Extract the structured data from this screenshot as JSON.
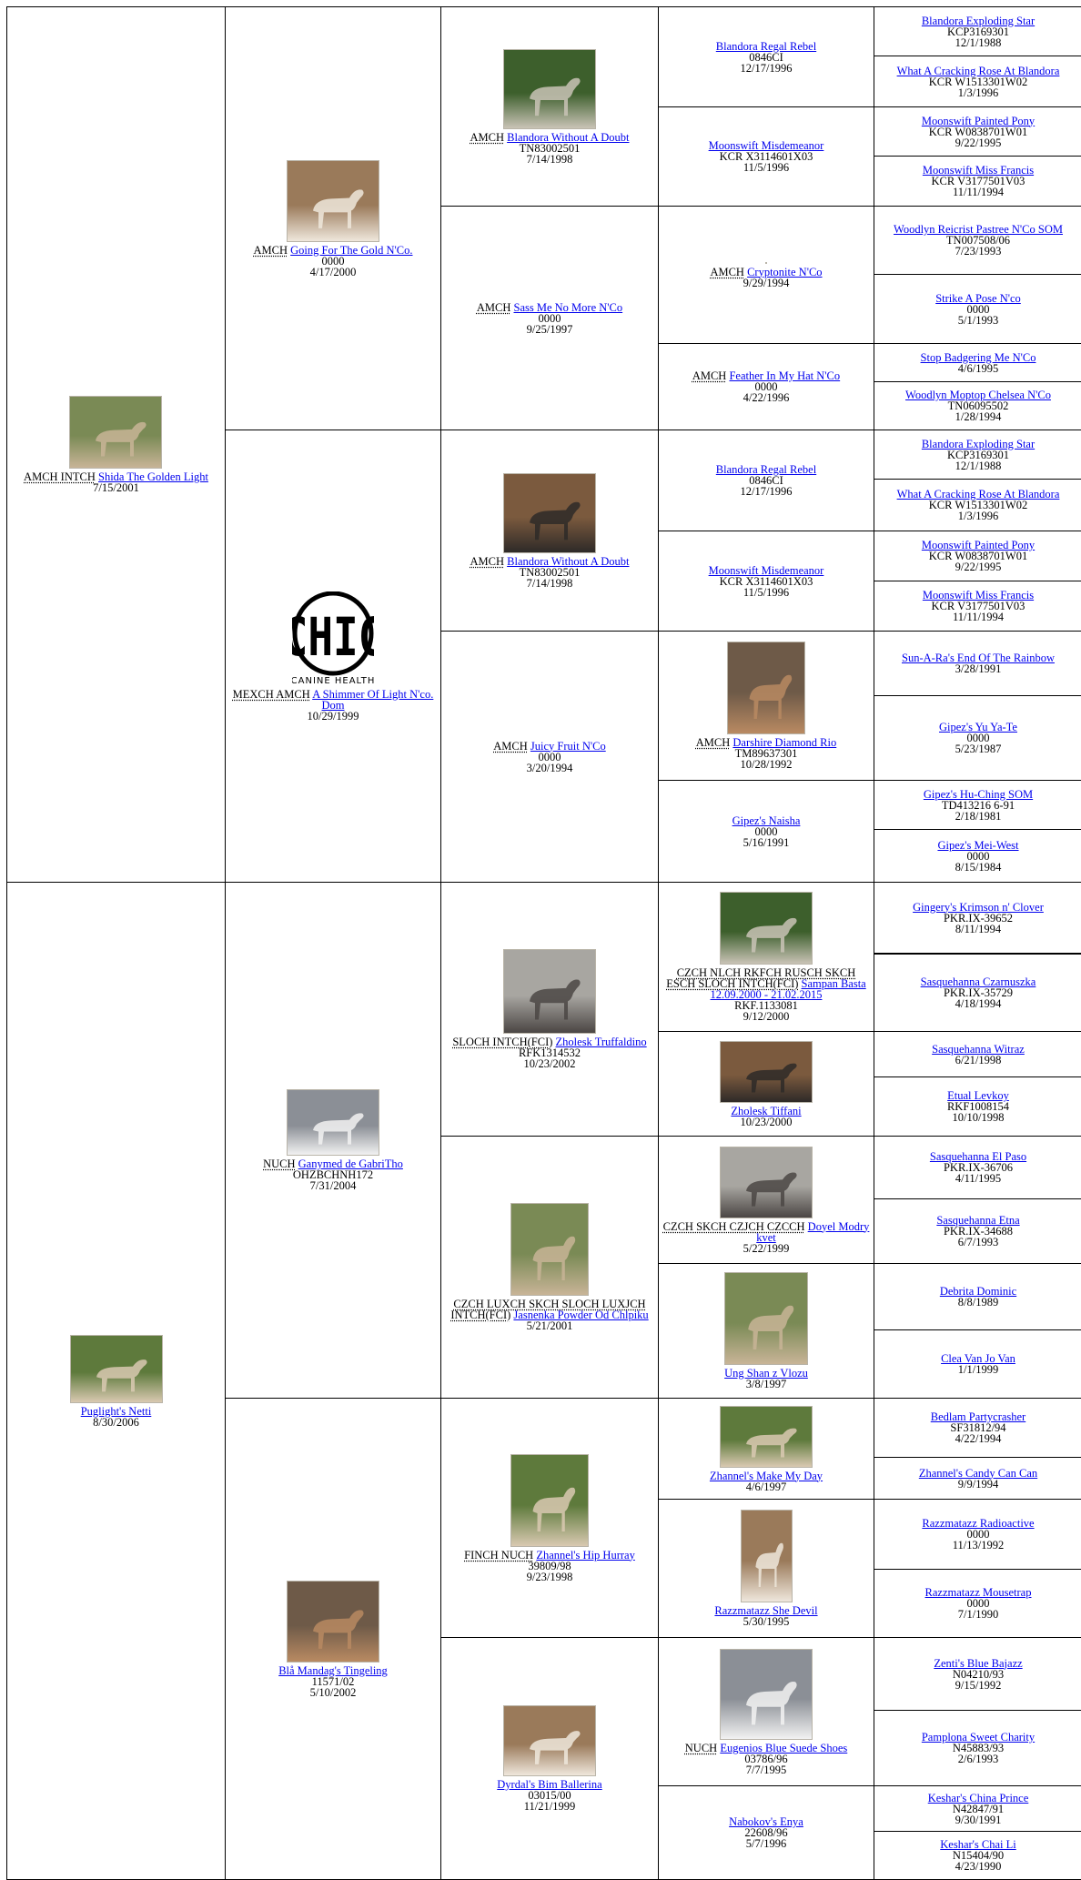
{
  "pedigree": {
    "g0": [
      {
        "titles": "AMCH INTCH",
        "name": "Shida The Golden Light",
        "reg": "",
        "date": "7/15/2001",
        "photo": "dog-photo"
      },
      {
        "titles": "",
        "name": "Puglight's Netti",
        "reg": "",
        "date": "8/30/2006",
        "photo": "dog-photo"
      }
    ],
    "g1": [
      {
        "titles": "AMCH",
        "name": "Going For The Gold N'Co.",
        "reg": "0000",
        "date": "4/17/2000",
        "photo": "dog-photo"
      },
      {
        "titles": "MEXCH AMCH",
        "name": "A Shimmer Of Light N'co. Dom",
        "reg": "",
        "date": "10/29/1999",
        "photo": "chic-logo"
      },
      {
        "titles": "NUCH",
        "name": "Ganymed de GabriTho",
        "reg": "OHZBCHNH172",
        "date": "7/31/2004",
        "photo": "dog-photo"
      },
      {
        "titles": "",
        "name": "Blå Mandag's Tingeling",
        "reg": "11571/02",
        "date": "5/10/2002",
        "photo": "dog-photo"
      }
    ],
    "g2": [
      {
        "titles": "AMCH",
        "name": "Blandora Without A Doubt",
        "reg": "TN83002501",
        "date": "7/14/1998",
        "photo": "dog-photo"
      },
      {
        "titles": "AMCH",
        "name": "Sass Me No More N'Co",
        "reg": "0000",
        "date": "9/25/1997",
        "photo": ""
      },
      {
        "titles": "AMCH",
        "name": "Blandora Without A Doubt",
        "reg": "TN83002501",
        "date": "7/14/1998",
        "photo": "dog-photo"
      },
      {
        "titles": "AMCH",
        "name": "Juicy Fruit N'Co",
        "reg": "0000",
        "date": "3/20/1994",
        "photo": ""
      },
      {
        "titles": "SLOCH INTCH(FCI)",
        "name": "Zholesk Truffaldino",
        "reg": "RFK1314532",
        "date": "10/23/2002",
        "photo": "dog-photo"
      },
      {
        "titles": "CZCH LUXCH SKCH SLOCH LUXJCH INTCH(FCI)",
        "name": "Jasnenka Powder Od Chlpiku",
        "reg": "",
        "date": "5/21/2001",
        "photo": "dog-photo"
      },
      {
        "titles": "FINCH NUCH",
        "name": "Zhannel's Hip Hurray",
        "reg": "39809/98",
        "date": "9/23/1998",
        "photo": "dog-photo"
      },
      {
        "titles": "",
        "name": "Dyrdal's Bim Ballerina",
        "reg": "03015/00",
        "date": "11/21/1999",
        "photo": "dog-photo"
      }
    ],
    "g3": [
      {
        "titles": "",
        "name": "Blandora Regal Rebel",
        "reg": "0846CI",
        "date": "12/17/1996",
        "photo": ""
      },
      {
        "titles": "",
        "name": "Moonswift Misdemeanor",
        "reg": "KCR X3114601X03",
        "date": "11/5/1996",
        "photo": ""
      },
      {
        "titles": "AMCH",
        "name": "Cryptonite N'Co",
        "reg": "",
        "date": "9/29/1994",
        "photo": "dog-photo"
      },
      {
        "titles": "AMCH",
        "name": "Feather In My Hat N'Co",
        "reg": "0000",
        "date": "4/22/1996",
        "photo": ""
      },
      {
        "titles": "",
        "name": "Blandora Regal Rebel",
        "reg": "0846CI",
        "date": "12/17/1996",
        "photo": ""
      },
      {
        "titles": "",
        "name": "Moonswift Misdemeanor",
        "reg": "KCR X3114601X03",
        "date": "11/5/1996",
        "photo": ""
      },
      {
        "titles": "AMCH",
        "name": "Darshire Diamond Rio",
        "reg": "TM89637301",
        "date": "10/28/1992",
        "photo": "dog-photo"
      },
      {
        "titles": "",
        "name": "Gipez's Naisha",
        "reg": "0000",
        "date": "5/16/1991",
        "photo": ""
      },
      {
        "titles": "CZCH NLCH RKFCH RUSCH SKCH ESCH SLOCH INTCH(FCI)",
        "name": "Sampan Basta 12.09.2000 - 21.02.2015",
        "reg": "RKF.1133081",
        "date": "9/12/2000",
        "photo": "dog-photo"
      },
      {
        "titles": "",
        "name": "Zholesk Tiffani",
        "reg": "",
        "date": "10/23/2000",
        "photo": "dog-photo"
      },
      {
        "titles": "CZCH SKCH CZJCH CZCCH",
        "name": "Doyel Modry kvet",
        "reg": "",
        "date": "5/22/1999",
        "photo": "dog-photo"
      },
      {
        "titles": "",
        "name": "Ung Shan z Vlozu",
        "reg": "",
        "date": "3/8/1997",
        "photo": "dog-photo"
      },
      {
        "titles": "",
        "name": "Zhannel's Make My Day",
        "reg": "",
        "date": "4/6/1997",
        "photo": "dog-photo"
      },
      {
        "titles": "",
        "name": "Razzmatazz She Devil",
        "reg": "",
        "date": "5/30/1995",
        "photo": "dog-photo"
      },
      {
        "titles": "NUCH",
        "name": "Eugenios Blue Suede Shoes",
        "reg": "03786/96",
        "date": "7/7/1995",
        "photo": "dog-photo"
      },
      {
        "titles": "",
        "name": "Nabokov's Enya",
        "reg": "22608/96",
        "date": "5/7/1996",
        "photo": ""
      }
    ],
    "g4": [
      {
        "name": "Blandora Exploding Star",
        "reg": "KCP3169301",
        "date": "12/1/1988"
      },
      {
        "name": "What A Cracking Rose At Blandora",
        "reg": "KCR W1513301W02",
        "date": "1/3/1996"
      },
      {
        "name": "Moonswift Painted Pony",
        "reg": "KCR W0838701W01",
        "date": "9/22/1995"
      },
      {
        "name": "Moonswift Miss Francis",
        "reg": "KCR V3177501V03",
        "date": "11/11/1994"
      },
      {
        "name": "Woodlyn Reicrist Pastree N'Co SOM",
        "reg": "TN007508/06",
        "date": "7/23/1993"
      },
      {
        "name": "Strike A Pose N'co",
        "reg": "0000",
        "date": "5/1/1993"
      },
      {
        "name": "Stop Badgering Me N'Co",
        "reg": "",
        "date": "4/6/1995"
      },
      {
        "name": "Woodlyn Moptop Chelsea N'Co",
        "reg": "TN06095502",
        "date": "1/28/1994"
      },
      {
        "name": "Blandora Exploding Star",
        "reg": "KCP3169301",
        "date": "12/1/1988"
      },
      {
        "name": "What A Cracking Rose At Blandora",
        "reg": "KCR W1513301W02",
        "date": "1/3/1996"
      },
      {
        "name": "Moonswift Painted Pony",
        "reg": "KCR W0838701W01",
        "date": "9/22/1995"
      },
      {
        "name": "Moonswift Miss Francis",
        "reg": "KCR V3177501V03",
        "date": "11/11/1994"
      },
      {
        "name": "Sun-A-Ra's End Of The Rainbow",
        "reg": "",
        "date": "3/28/1991"
      },
      {
        "name": "Gipez's Yu Ya-Te",
        "reg": "0000",
        "date": "5/23/1987"
      },
      {
        "name": "Gipez's Hu-Ching SOM",
        "reg": "TD413216 6-91",
        "date": "2/18/1981"
      },
      {
        "name": "Gipez's Mei-West",
        "reg": "0000",
        "date": "8/15/1984"
      },
      {
        "name": "Gingery's Krimson n' Clover",
        "reg": "PKR.IX-39652",
        "date": "8/11/1994"
      },
      {
        "name": "Sasquehanna Czarnuszka",
        "reg": "PKR.IX-35729",
        "date": "4/18/1994"
      },
      {
        "name": "Sasquehanna Witraz",
        "reg": "",
        "date": "6/21/1998"
      },
      {
        "name": "Etual Levkoy",
        "reg": "RKF1008154",
        "date": "10/10/1998"
      },
      {
        "name": "Sasquehanna El Paso",
        "reg": "PKR.IX-36706",
        "date": "4/11/1995"
      },
      {
        "name": "Sasquehanna Etna",
        "reg": "PKR.IX-34688",
        "date": "6/7/1993"
      },
      {
        "name": "Debrita Dominic",
        "reg": "",
        "date": "8/8/1989"
      },
      {
        "name": "Clea Van Jo Van",
        "reg": "",
        "date": "1/1/1999"
      },
      {
        "name": "Bedlam Partycrasher",
        "reg": "SF31812/94",
        "date": "4/22/1994"
      },
      {
        "name": "Zhannel's Candy Can Can",
        "reg": "",
        "date": "9/9/1994"
      },
      {
        "name": "Razzmatazz Radioactive",
        "reg": "0000",
        "date": "11/13/1992"
      },
      {
        "name": "Razzmatazz Mousetrap",
        "reg": "0000",
        "date": "7/1/1990"
      },
      {
        "name": "Zenti's Blue Bajazz",
        "reg": "N04210/93",
        "date": "9/15/1992"
      },
      {
        "name": "Pamplona Sweet Charity",
        "reg": "N45883/93",
        "date": "2/6/1993"
      },
      {
        "name": "Keshar's China Prince",
        "reg": "N42847/91",
        "date": "9/30/1991"
      },
      {
        "name": "Keshar's Chai Li",
        "reg": "N15404/90",
        "date": "4/23/1990"
      }
    ]
  },
  "chic_logo": {
    "letters": "CHIC",
    "caption": "CANINE HEALTH"
  },
  "colors": {
    "link": "#0000ee",
    "border": "#000000",
    "background": "#ffffff"
  }
}
